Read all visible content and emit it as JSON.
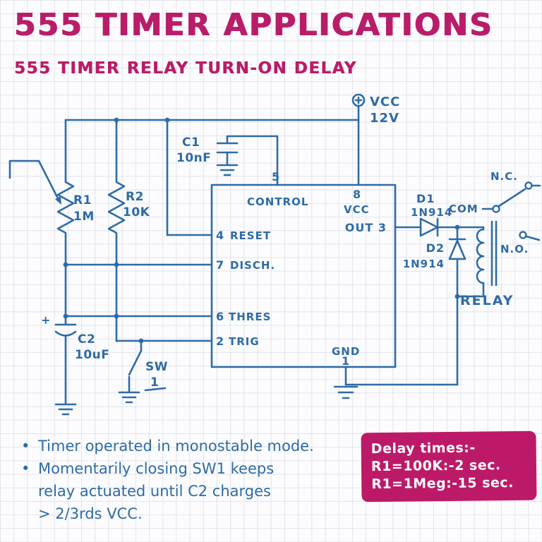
{
  "page": {
    "title": "555 TIMER APPLICATIONS",
    "subtitle": "555 TIMER RELAY TURN-ON DELAY"
  },
  "colors": {
    "ink_blue": "#2e6ba6",
    "ink_magenta": "#b91d69",
    "delay_box_bg": "#bc1a68",
    "paper": "#fcfcfe",
    "grid_line": "#e2e3ea"
  },
  "circuit": {
    "power": {
      "vcc_label": "VCC",
      "vcc_value": "12V",
      "plus": "+"
    },
    "components": {
      "r1": {
        "name": "R1",
        "value": "1M"
      },
      "r2": {
        "name": "R2",
        "value": "10K"
      },
      "c1": {
        "name": "C1",
        "value": "10nF"
      },
      "c2": {
        "name": "C2",
        "value": "10uF",
        "polarity": "+"
      },
      "d1": {
        "name": "D1",
        "value": "1N914"
      },
      "d2": {
        "name": "D2",
        "value": "1N914"
      },
      "sw": {
        "name": "SW",
        "number": "1"
      },
      "relay": {
        "name": "RELAY"
      }
    },
    "ic": {
      "pins": {
        "control": {
          "num": "5",
          "label": "CONTROL"
        },
        "vcc": {
          "num": "8",
          "label": "VCC"
        },
        "reset": {
          "num": "4",
          "label": "RESET"
        },
        "discharge": {
          "num": "7",
          "label": "DISCH."
        },
        "threshold": {
          "num": "6",
          "label": "THRES"
        },
        "trigger": {
          "num": "2",
          "label": "TRIG"
        },
        "output": {
          "label": "OUT 3"
        },
        "ground": {
          "label": "GND",
          "num": "1"
        }
      }
    },
    "relay_contacts": {
      "nc": "N.C.",
      "com": "COM",
      "no": "N.O."
    }
  },
  "notes": {
    "bullet": "•",
    "lines": [
      {
        "bullet": true,
        "text": "Timer operated in monostable mode."
      },
      {
        "bullet": true,
        "text": "Momentarily closing SW1 keeps"
      },
      {
        "bullet": false,
        "text": "relay actuated until C2 charges"
      },
      {
        "bullet": false,
        "text": "> 2/3rds VCC."
      }
    ]
  },
  "delay_box": {
    "lines": [
      "Delay times:-",
      "R1=100K:-2 sec.",
      "R1=1Meg:-15 sec."
    ]
  }
}
